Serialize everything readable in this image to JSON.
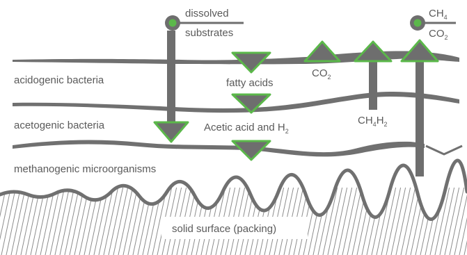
{
  "colors": {
    "band": "#707070",
    "arrow_fill": "#6e6e6e",
    "accent": "#5bb84a",
    "text": "#5a5a5a",
    "hatch": "#8a8a8a"
  },
  "layers": {
    "acidogenic": "acidogenic bacteria",
    "acetogenic": "acetogenic bacteria",
    "methanogenic": "methanogenic microorganisms",
    "surface": "solid surface (packing)"
  },
  "substrates": {
    "line1": "dissolved",
    "line2": "substrates"
  },
  "products": {
    "fatty_acids": "fatty acids",
    "acetic_prefix": "Acetic acid and H",
    "acetic_sub": "2",
    "co2_main": "CO",
    "co2_sub": "2",
    "ch4_main": "CH",
    "ch4_sub": "4",
    "h2_main": "H",
    "h2_sub": "2",
    "top_ch4_main": "CH",
    "top_ch4_sub": "4",
    "top_co2_main": "CO",
    "top_co2_sub": "2"
  }
}
